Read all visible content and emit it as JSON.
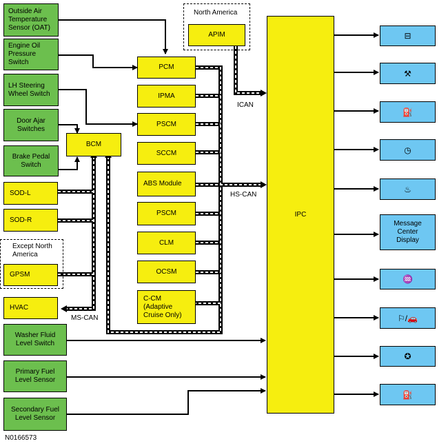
{
  "inputs": [
    {
      "id": "oat",
      "label": "Outside Air Temperature Sensor (OAT)"
    },
    {
      "id": "oil",
      "label": "Engine Oil Pressure Switch"
    },
    {
      "id": "lhsw",
      "label": "LH Steering Wheel Switch"
    },
    {
      "id": "door",
      "label": "Door Ajar Switches"
    },
    {
      "id": "brake",
      "label": "Brake Pedal Switch"
    },
    {
      "id": "washer",
      "label": "Washer Fluid Level Switch"
    },
    {
      "id": "pfuel",
      "label": "Primary Fuel Level Sensor"
    },
    {
      "id": "sfuel",
      "label": "Secondary Fuel Level Sensor"
    }
  ],
  "modules": {
    "bcm": "BCM",
    "sodl": "SOD-L",
    "sodr": "SOD-R",
    "gpsm": "GPSM",
    "hvac": "HVAC",
    "apim": "APIM",
    "pcm": "PCM",
    "ipma": "IPMA",
    "pscm1": "PSCM",
    "sccm": "SCCM",
    "abs": "ABS Module",
    "pscm2": "PSCM",
    "clm": "CLM",
    "ocsm": "OCSM",
    "ccm": "C-CM (Adaptive Cruise Only)",
    "ipc": "IPC"
  },
  "regions": {
    "north_america": "North America",
    "except_na": "Except North America"
  },
  "bus_labels": {
    "ican": "ICAN",
    "hscan": "HS-CAN",
    "mscan": "MS-CAN"
  },
  "outputs": [
    {
      "id": "charging",
      "icon": "battery-icon",
      "glyph": "⊟"
    },
    {
      "id": "service",
      "icon": "wrench-icon",
      "glyph": "⚒"
    },
    {
      "id": "oilpress",
      "icon": "oil-can-icon",
      "glyph": "⛽"
    },
    {
      "id": "speed",
      "icon": "speed-control-icon",
      "glyph": "◷"
    },
    {
      "id": "washer",
      "icon": "washer-fluid-icon",
      "glyph": "♨"
    },
    {
      "id": "message",
      "label": "Message Center Display"
    },
    {
      "id": "coolant",
      "icon": "coolant-temperature-icon",
      "glyph": "♒"
    },
    {
      "id": "doorajar",
      "icon": "door-ajar-icon",
      "glyph": "⚐/🚗"
    },
    {
      "id": "airbag",
      "icon": "airbag-icon",
      "glyph": "✪"
    },
    {
      "id": "fuel",
      "icon": "fuel-pump-icon",
      "glyph": "⛽"
    }
  ],
  "figure_id": "N0166573"
}
